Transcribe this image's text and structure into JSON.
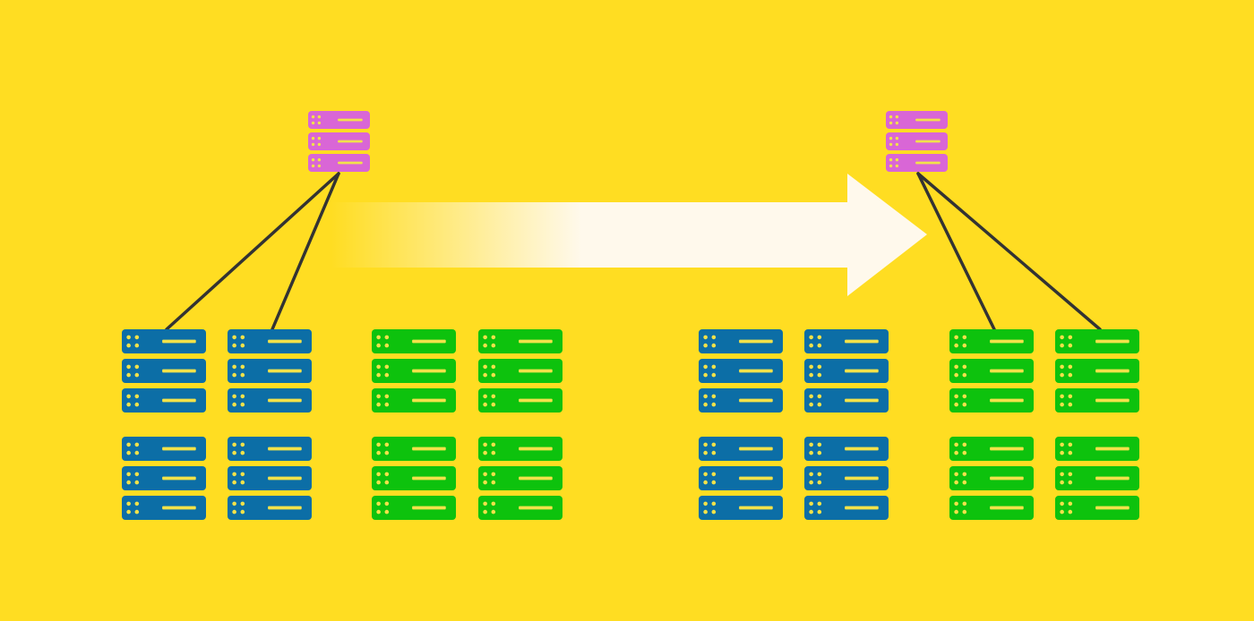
{
  "colors": {
    "background": "#FFDD22",
    "router": "#D966D6",
    "blue_server": "#0C6EA6",
    "green_server": "#0DC20D",
    "server_detail": "#F2E24A",
    "connector": "#333333",
    "arrow": "#FFF9EC"
  },
  "diagram": {
    "description_free": true,
    "panels": [
      {
        "id": "before",
        "router": {
          "unit_count": 3,
          "color": "router"
        },
        "server_groups": [
          {
            "id": "blue-left-a",
            "color": "blue_server",
            "stacks": 2,
            "units_per_stack": 3,
            "connected_to_router": true
          },
          {
            "id": "blue-left-b",
            "color": "blue_server",
            "stacks": 2,
            "units_per_stack": 3,
            "connected_to_router": true
          },
          {
            "id": "green-left-a",
            "color": "green_server",
            "stacks": 2,
            "units_per_stack": 3,
            "connected_to_router": false
          },
          {
            "id": "green-left-b",
            "color": "green_server",
            "stacks": 2,
            "units_per_stack": 3,
            "connected_to_router": false
          }
        ]
      },
      {
        "id": "after",
        "router": {
          "unit_count": 3,
          "color": "router"
        },
        "server_groups": [
          {
            "id": "blue-right-a",
            "color": "blue_server",
            "stacks": 2,
            "units_per_stack": 3,
            "connected_to_router": false
          },
          {
            "id": "blue-right-b",
            "color": "blue_server",
            "stacks": 2,
            "units_per_stack": 3,
            "connected_to_router": false
          },
          {
            "id": "green-right-a",
            "color": "green_server",
            "stacks": 2,
            "units_per_stack": 3,
            "connected_to_router": true
          },
          {
            "id": "green-right-b",
            "color": "green_server",
            "stacks": 2,
            "units_per_stack": 3,
            "connected_to_router": true
          }
        ]
      }
    ],
    "transition_arrow": {
      "direction": "right",
      "from": "before",
      "to": "after"
    },
    "icons": [
      "server-rack-icon",
      "router-icon",
      "arrow-right-icon"
    ]
  }
}
